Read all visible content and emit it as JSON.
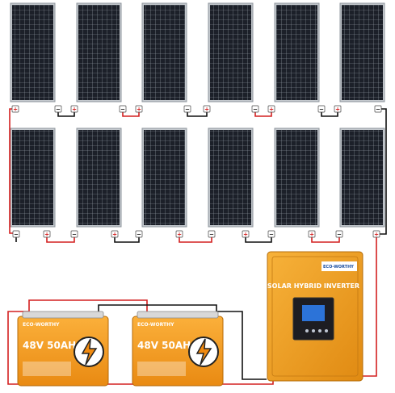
{
  "inverter": {
    "brand": "ECO-WORTHY",
    "title": "SOLAR HYBRID INVERTER"
  },
  "batteries": [
    {
      "brand": "ECO-WORTHY",
      "capacity": "48V 50AH"
    },
    {
      "brand": "ECO-WORTHY",
      "capacity": "48V 50AH"
    }
  ],
  "terminals": {
    "positive": "+",
    "negative": "−"
  },
  "colors": {
    "wire_positive": "#d42020",
    "wire_negative": "#111111",
    "panel_cell": "#1b1f27",
    "panel_frame": "#b9bec4",
    "inverter_body": "#f0a020",
    "battery_body": "#f59a1c"
  },
  "icons": {
    "battery": "lightning-bolt-icon",
    "inverter_screen": "lcd-display-icon"
  }
}
